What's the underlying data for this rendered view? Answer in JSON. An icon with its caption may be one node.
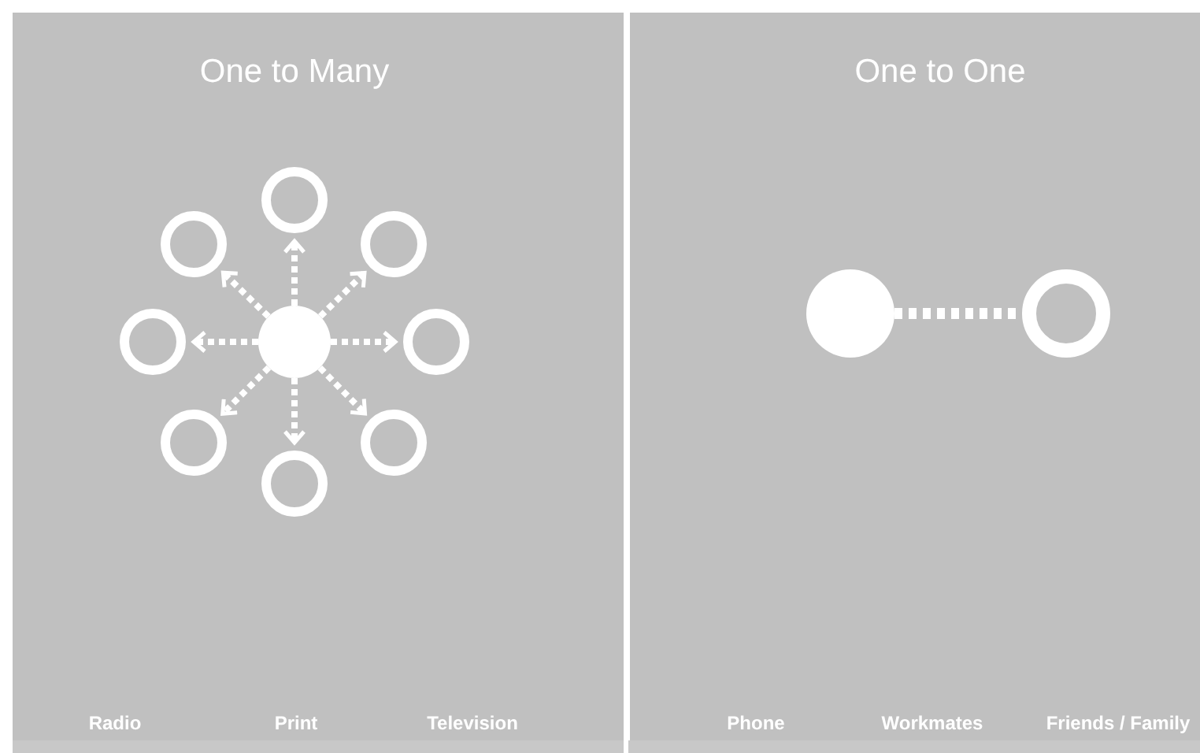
{
  "diagram": {
    "nodes": [
      {
        "text": [],
        "shape": "circle"
      },
      {
        "text": [],
        "shape": "circle"
      },
      {
        "text": [],
        "shape": "circle"
      },
      {
        "text": [],
        "shape": "circle"
      },
      {
        "text": [],
        "shape": "circle"
      },
      {
        "text": [],
        "shape": "circle"
      },
      {
        "text": [],
        "shape": "circle"
      },
      {
        "text": [],
        "shape": "circle"
      },
      {
        "text": [],
        "shape": "circle"
      },
      {
        "text": [],
        "shape": "circle"
      },
      {
        "text": [],
        "shape": "circle"
      }
    ],
    "edges": [
      {
        "from": 0,
        "to": 1,
        "arrow": "to",
        "style": "dashed"
      },
      {
        "from": 0,
        "to": 2,
        "arrow": "to",
        "style": "dashed"
      },
      {
        "from": 0,
        "to": 3,
        "arrow": "to",
        "style": "dashed"
      },
      {
        "from": 0,
        "to": 4,
        "arrow": "to",
        "style": "dashed"
      },
      {
        "from": 0,
        "to": 5,
        "arrow": "to",
        "style": "dashed"
      },
      {
        "from": 0,
        "to": 6,
        "arrow": "to",
        "style": "dashed"
      },
      {
        "from": 0,
        "to": 7,
        "arrow": "to",
        "style": "dashed"
      },
      {
        "from": 0,
        "to": 8,
        "arrow": "to",
        "style": "dashed"
      },
      {
        "from": 9,
        "to": 10,
        "arrow": "none",
        "style": "dashed"
      }
    ],
    "labels": [
      "One to Many",
      "One to One",
      "Radio",
      "Print",
      "Television",
      "Phone",
      "Workmates",
      "Friends / Family"
    ]
  }
}
